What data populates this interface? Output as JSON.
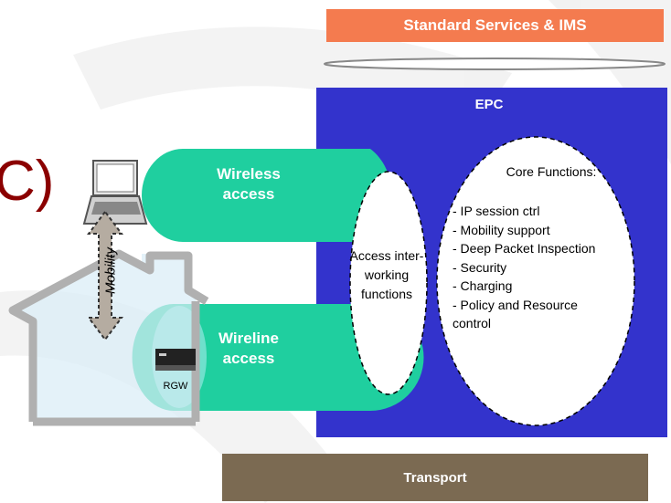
{
  "diagram": {
    "services_label": "Standard Services & IMS",
    "epc_title": "EPC",
    "wireless_label": "Wireless access",
    "wireline_label": "Wireline access",
    "access_interworking_label": "Access inter-working functions",
    "core_title": "Core Functions:",
    "core_functions": [
      "- IP session ctrl",
      "- Mobility support",
      "- Deep Packet Inspection",
      "- Security",
      "- Charging",
      "- Policy and Resource",
      "control"
    ],
    "mobility_label": "Mobility",
    "rgw_label": "RGW",
    "transport_label": "Transport",
    "partial_text": "C)",
    "colors": {
      "services_orange": "#f47b4f",
      "epc_blue": "#3333cc",
      "access_green": "#1fcf9f",
      "transport_brown": "#7b6a52",
      "house_gray": "#b0b0b0",
      "paren_red": "#8b0000"
    }
  }
}
